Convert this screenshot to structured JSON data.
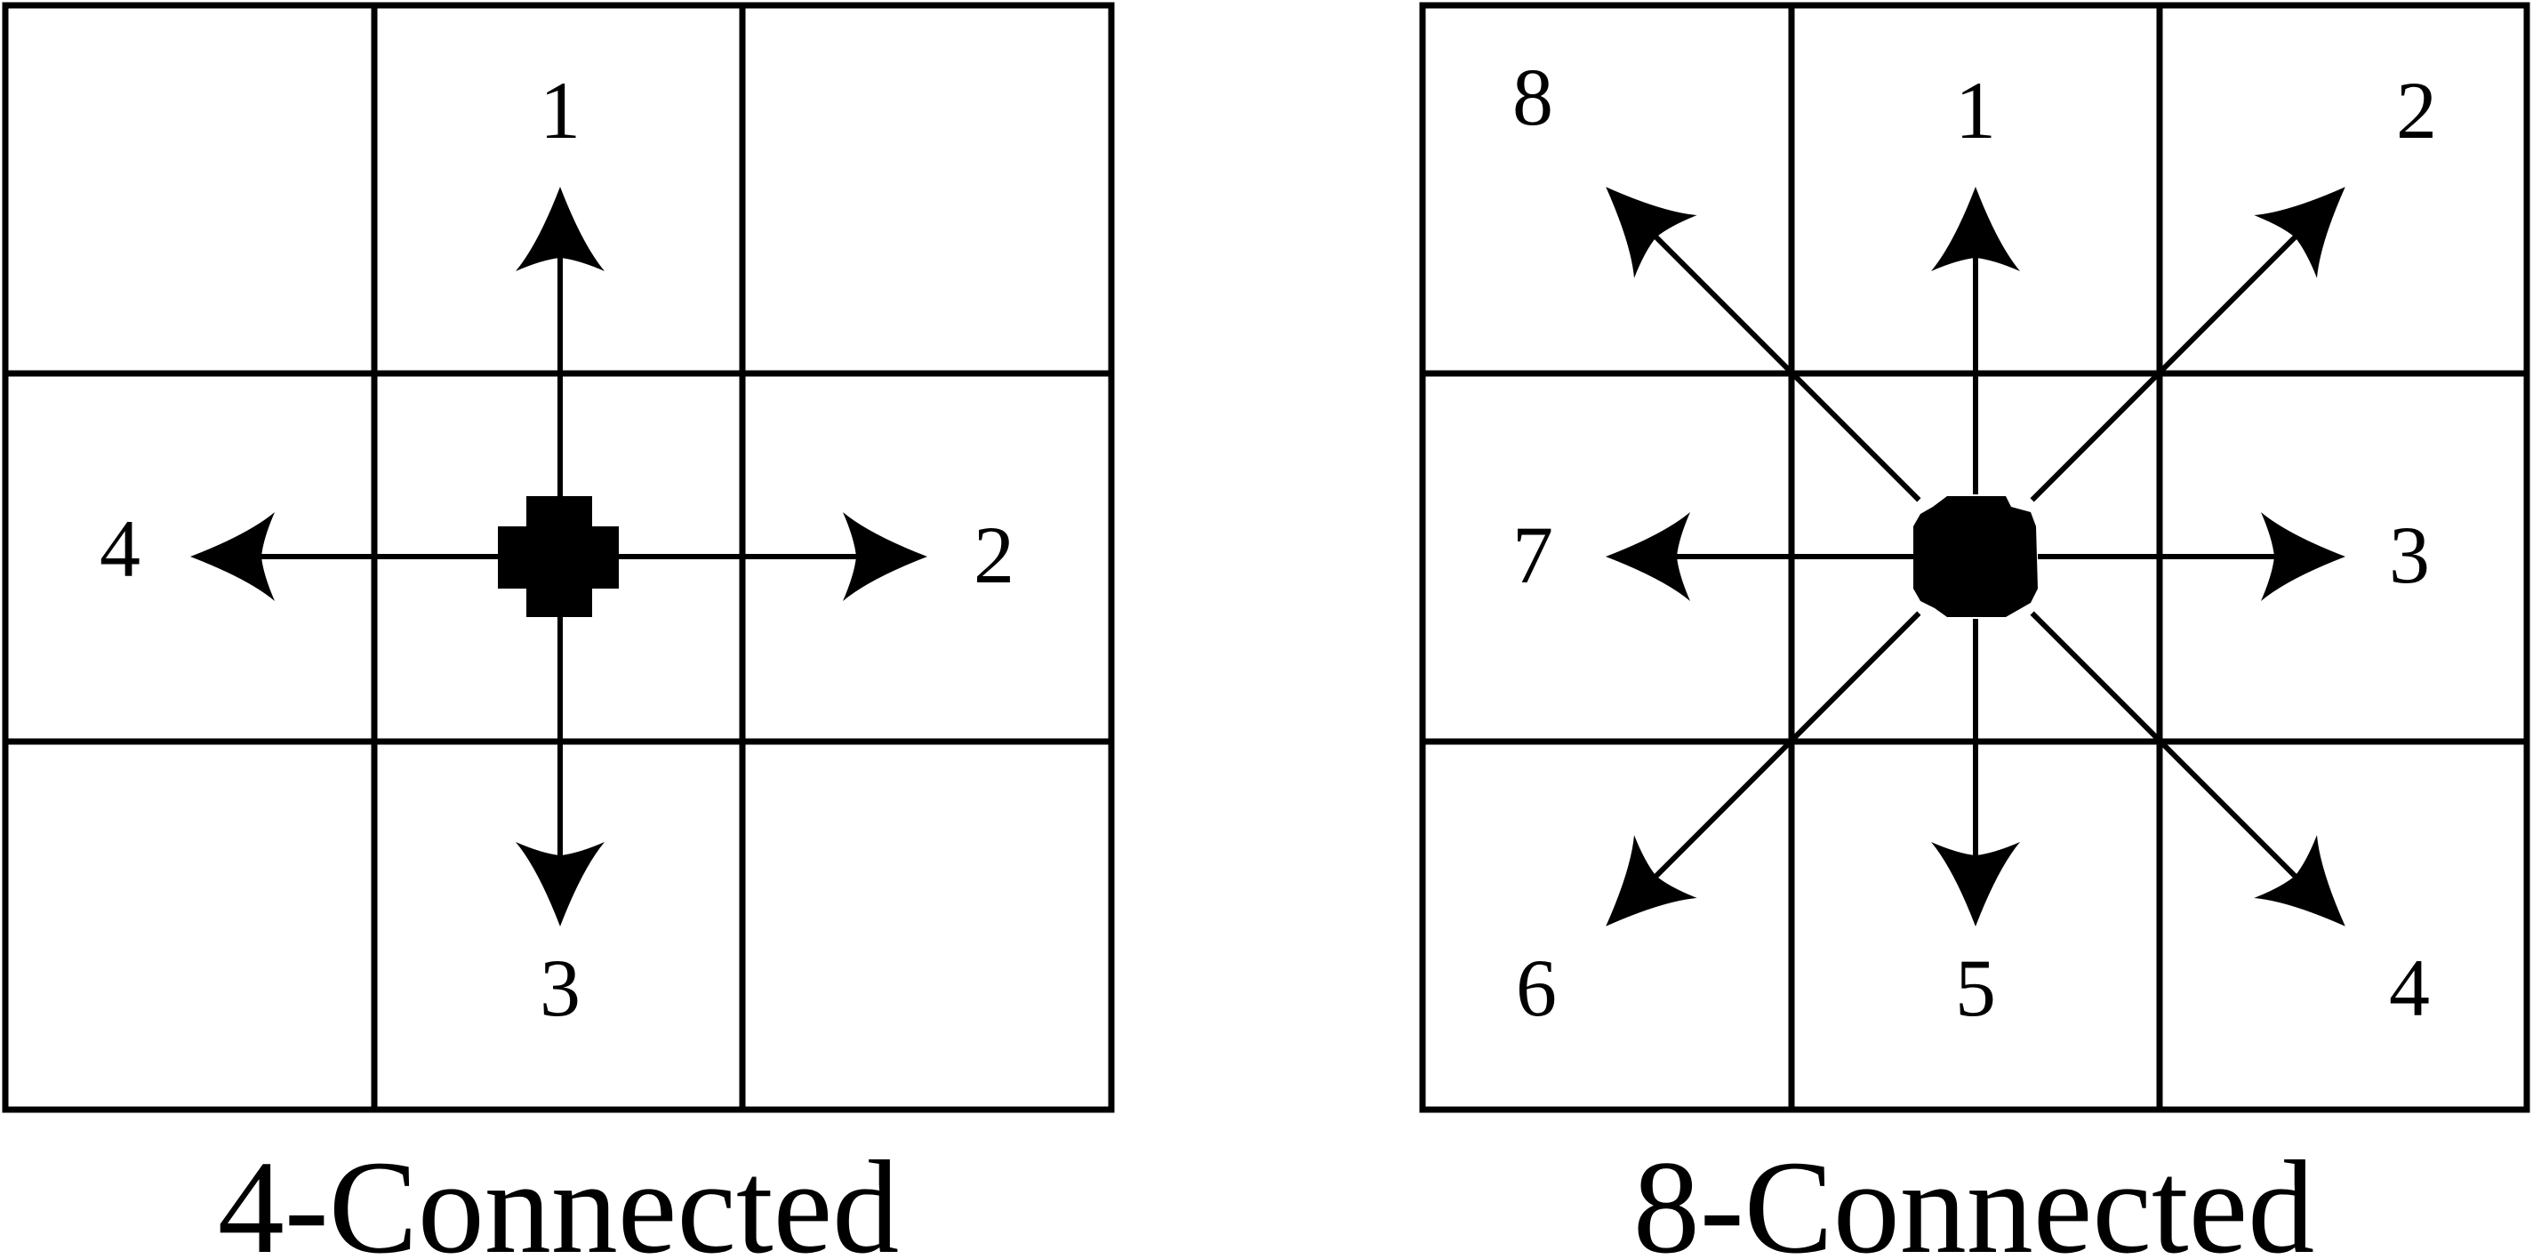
{
  "panels": [
    {
      "caption": "4-Connected",
      "neighbors": [
        {
          "label": "1",
          "direction": "up"
        },
        {
          "label": "2",
          "direction": "right"
        },
        {
          "label": "3",
          "direction": "down"
        },
        {
          "label": "4",
          "direction": "left"
        }
      ]
    },
    {
      "caption": "8-Connected",
      "neighbors": [
        {
          "label": "1",
          "direction": "up"
        },
        {
          "label": "2",
          "direction": "up-right"
        },
        {
          "label": "3",
          "direction": "right"
        },
        {
          "label": "4",
          "direction": "down-right"
        },
        {
          "label": "5",
          "direction": "down"
        },
        {
          "label": "6",
          "direction": "down-left"
        },
        {
          "label": "7",
          "direction": "left"
        },
        {
          "label": "8",
          "direction": "up-left"
        }
      ]
    }
  ]
}
